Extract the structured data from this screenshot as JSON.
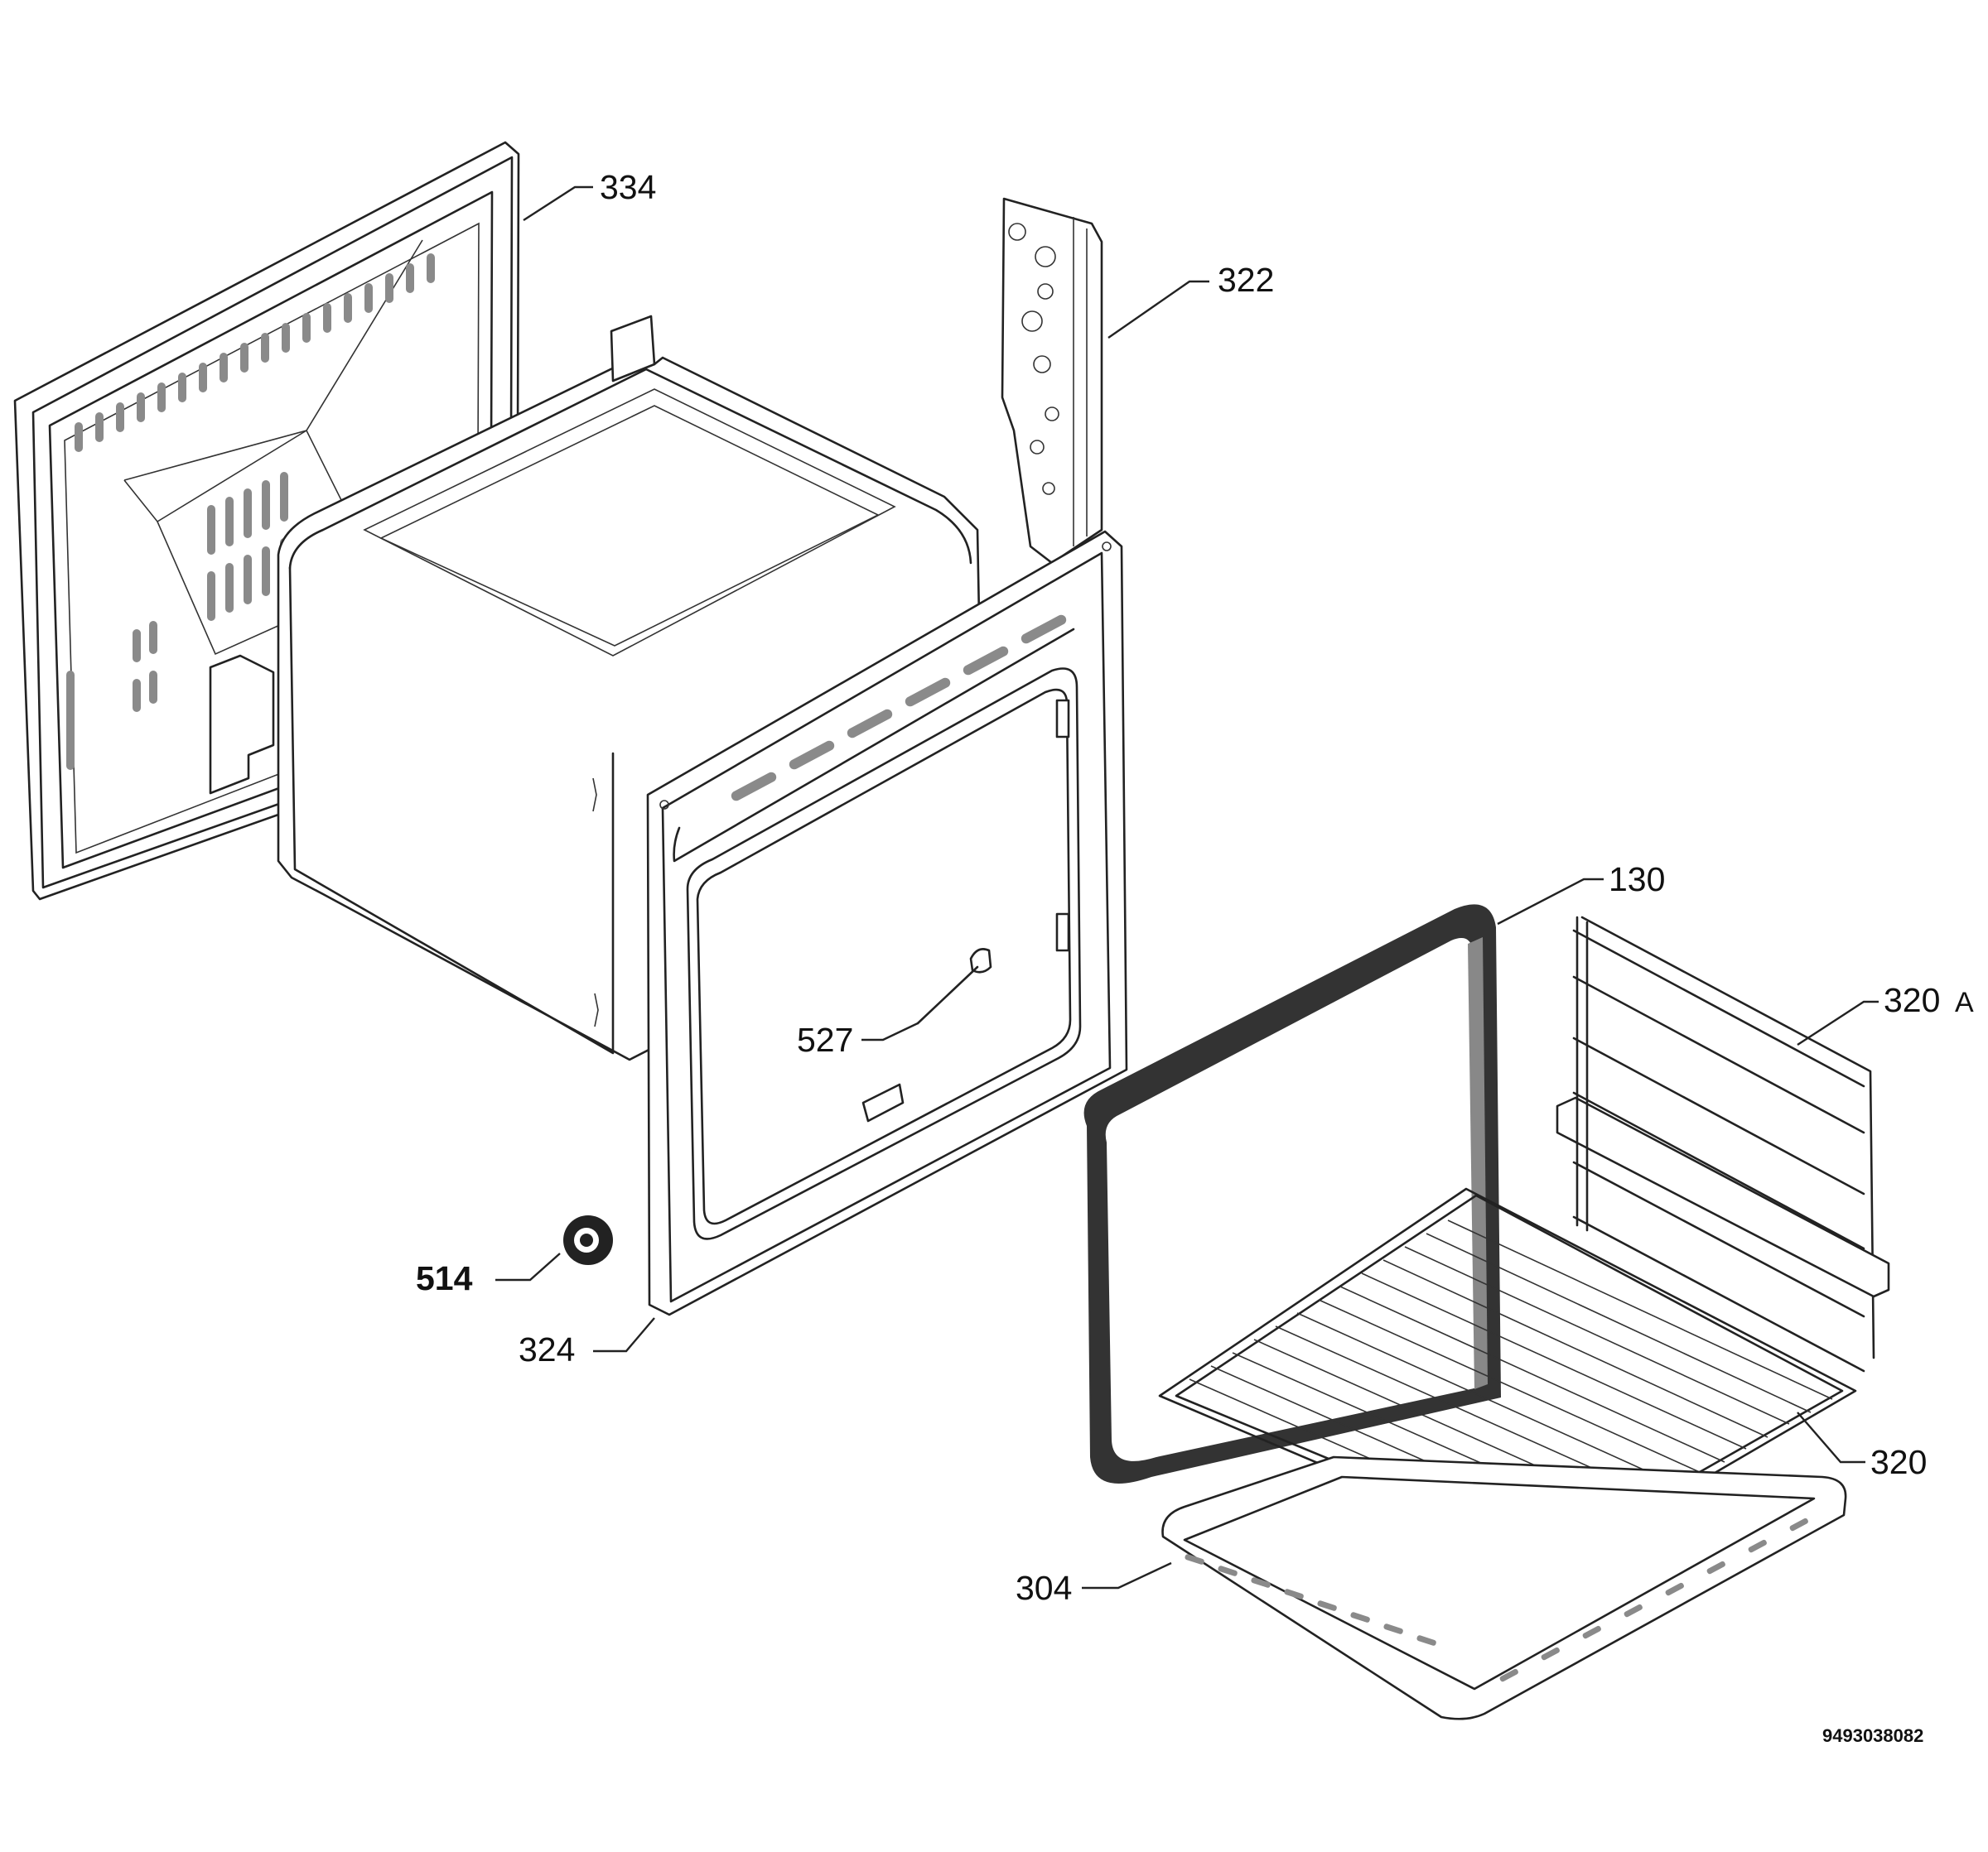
{
  "callouts": {
    "c334": "334",
    "c322": "322",
    "c130": "130",
    "c320a_num": "320",
    "c320a_suffix": "A",
    "c527": "527",
    "c514": "514",
    "c324": "324",
    "c320": "320",
    "c304": "304"
  },
  "drawing_number": "9493038082"
}
